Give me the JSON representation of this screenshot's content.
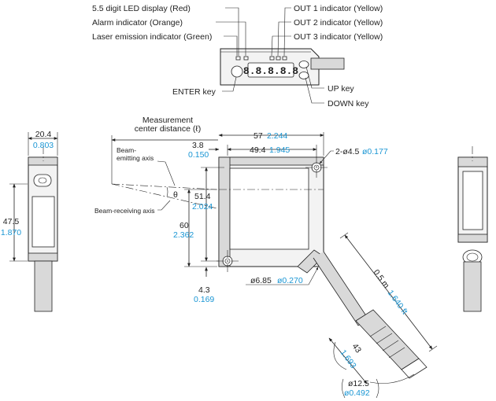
{
  "callouts": {
    "led_display": "5.5 digit LED display (Red)",
    "alarm_indicator": "Alarm indicator (Orange)",
    "laser_indicator": "Laser emission indicator (Green)",
    "out1": "OUT 1 indicator (Yellow)",
    "out2": "OUT 2 indicator (Yellow)",
    "out3": "OUT 3 indicator (Yellow)",
    "enter_key": "ENTER key",
    "up_key": "UP key",
    "down_key": "DOWN key"
  },
  "labels": {
    "measurement_line1": "Measurement",
    "measurement_line2": "center distance (ℓ)",
    "beam_emitting_line1": "Beam-",
    "beam_emitting_line2": "emitting axis",
    "beam_receiving": "Beam-receiving axis",
    "theta": "θ"
  },
  "dimensions": {
    "width_side_mm": "20.4",
    "width_side_in": "0.803",
    "height_side_mm": "47.5",
    "height_side_in": "1.870",
    "overall_mm": "57",
    "overall_in": "2.244",
    "hole_pitch_mm": "49.4",
    "hole_pitch_in": "1.945",
    "offset_mm": "3.8",
    "offset_in": "0.150",
    "hole_vertical_mm": "51.4",
    "hole_vertical_in": "2.024",
    "height_mm": "60",
    "height_in": "2.362",
    "bottom_mm": "4.3",
    "bottom_in": "0.169",
    "holes_mm": "2-ø4.5",
    "holes_in": "ø0.177",
    "cable_mm": "ø6.85",
    "cable_in": "ø0.270",
    "cable_len_mm": "0.5 m",
    "cable_len_in": "1.640 ft",
    "conn_len_mm": "43",
    "conn_len_in": "1.693",
    "conn_dia_mm": "ø12.5",
    "conn_dia_in": "ø0.492"
  },
  "display": {
    "digits": "8.8.8.8.8"
  },
  "colors": {
    "inch_blue": "#1a96d4",
    "line": "#222222"
  }
}
